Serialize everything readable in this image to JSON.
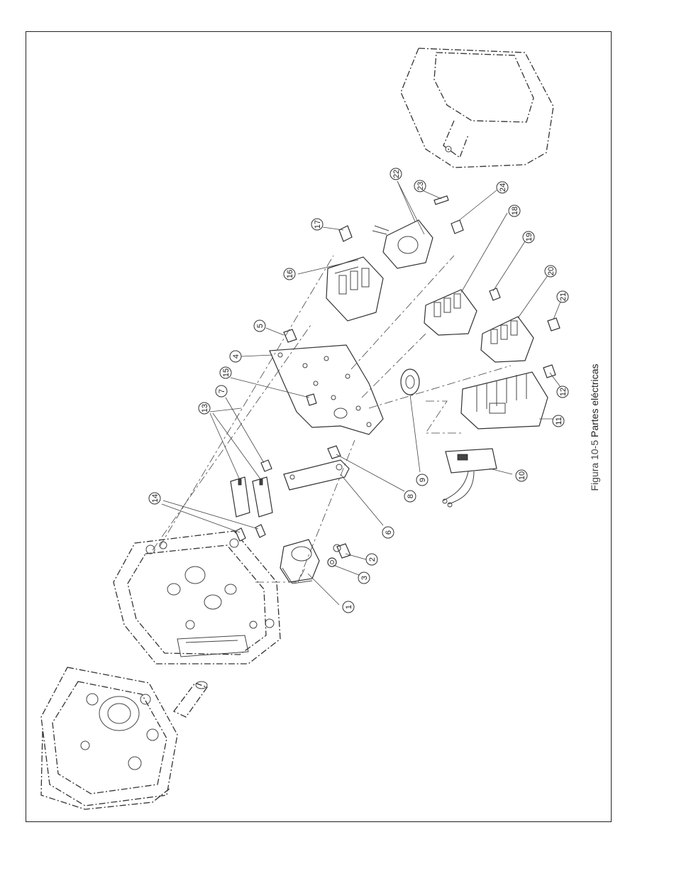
{
  "figure": {
    "caption_label": "Figura 10-5",
    "caption_title": "Partes eléctricas"
  },
  "callouts": [
    "1",
    "2",
    "3",
    "4",
    "5",
    "6",
    "7",
    "8",
    "9",
    "10",
    "11",
    "12",
    "13",
    "14",
    "15",
    "16",
    "17",
    "18",
    "19",
    "20",
    "21",
    "22",
    "23",
    "24"
  ]
}
